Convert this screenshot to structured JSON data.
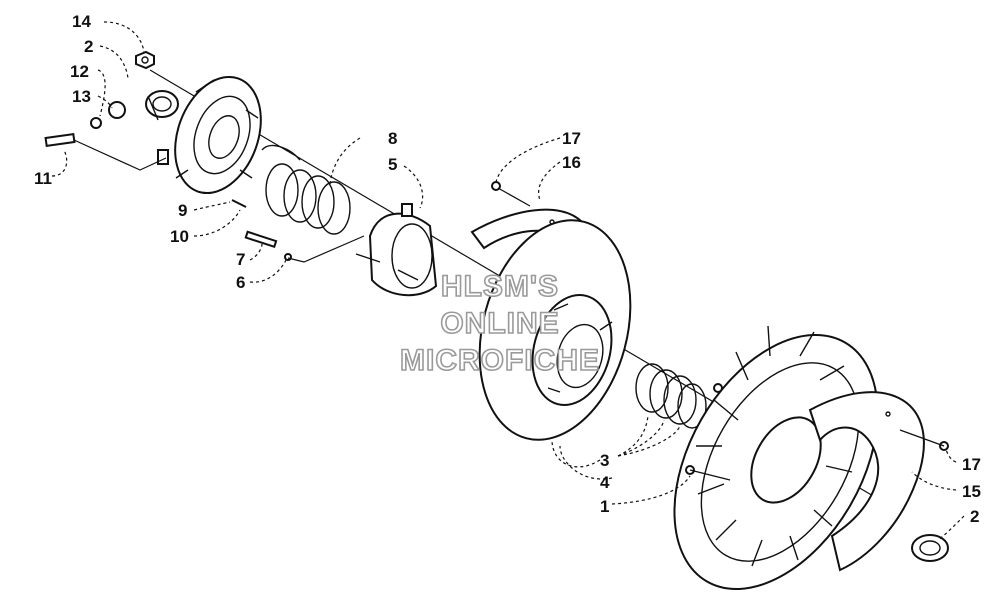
{
  "diagram": {
    "callouts": [
      "14",
      "2",
      "12",
      "13",
      "11",
      "9",
      "10",
      "7",
      "6",
      "8",
      "5",
      "17",
      "16",
      "3",
      "4",
      "1",
      "17",
      "15",
      "2"
    ]
  },
  "watermark": {
    "line1": "HLSM'S",
    "line2": "ONLINE",
    "line3": "MICROFICHE"
  }
}
